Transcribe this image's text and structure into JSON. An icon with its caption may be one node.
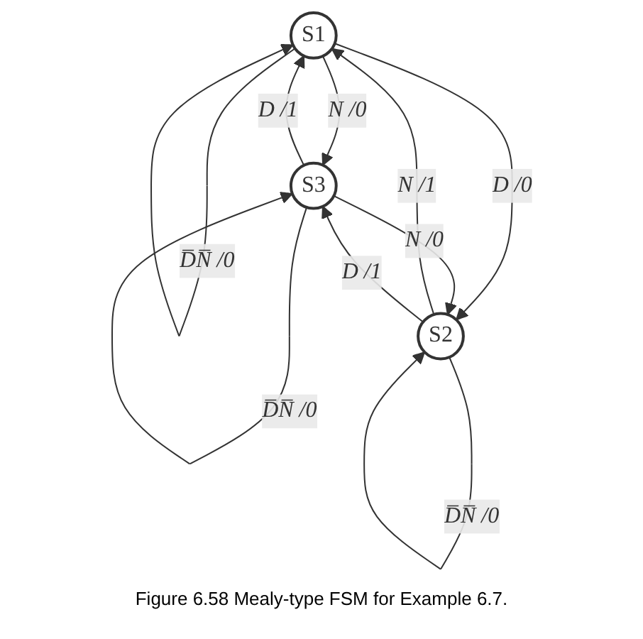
{
  "diagram": {
    "caption": "Figure 6.58 Mealy-type FSM for Example 6.7.",
    "nodes": [
      {
        "text": [
          "S1"
        ]
      },
      {
        "text": [
          "S3"
        ]
      },
      {
        "text": [
          "S2"
        ]
      }
    ],
    "edges": [
      {
        "from": 0,
        "to": 0,
        "arrow": "to",
        "label": "D̅N̅ /0"
      },
      {
        "from": 0,
        "to": 1,
        "arrow": "to",
        "label": "N /0"
      },
      {
        "from": 1,
        "to": 0,
        "arrow": "to",
        "label": "D /1"
      },
      {
        "from": 2,
        "to": 0,
        "arrow": "to",
        "label": "N /1"
      },
      {
        "from": 1,
        "to": 1,
        "arrow": "to",
        "label": "D̅N̅ /0"
      },
      {
        "from": 0,
        "to": 2,
        "arrow": "to",
        "label": "D /0"
      },
      {
        "from": 1,
        "to": 2,
        "arrow": "to",
        "label": "N /0"
      },
      {
        "from": 2,
        "to": 1,
        "arrow": "to",
        "label": "D /1"
      },
      {
        "from": 2,
        "to": 2,
        "arrow": "to",
        "label": "D̅N̅ /0"
      }
    ]
  }
}
